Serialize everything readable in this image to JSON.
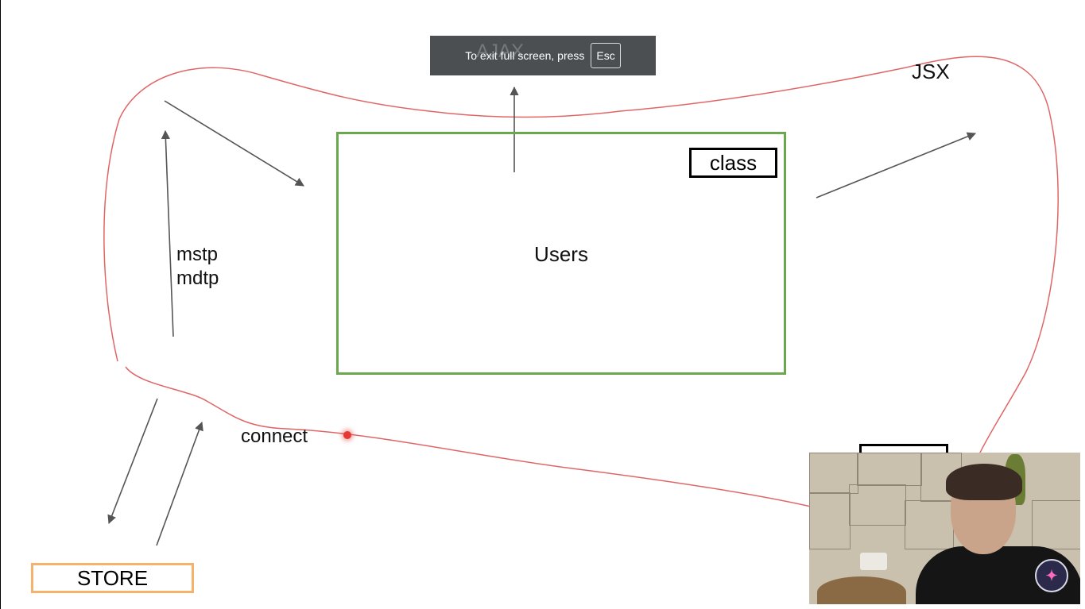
{
  "diagram": {
    "users_label": "Users",
    "class_label": "class",
    "store_label": "STORE",
    "jsx_label": "JSX",
    "mapping_labels": [
      "mstp",
      "mdtp"
    ],
    "connect_label": "connect",
    "ajax_label": "AJAX"
  },
  "fullscreen_notice": {
    "message": "To exit full screen, press",
    "key": "Esc"
  },
  "webcam": {
    "badge_icon": "channel-logo-icon"
  },
  "colors": {
    "users_border": "#6aa84f",
    "store_border": "#f6b26b",
    "outline_stroke": "#e06666",
    "arrow_stroke": "#555555"
  }
}
